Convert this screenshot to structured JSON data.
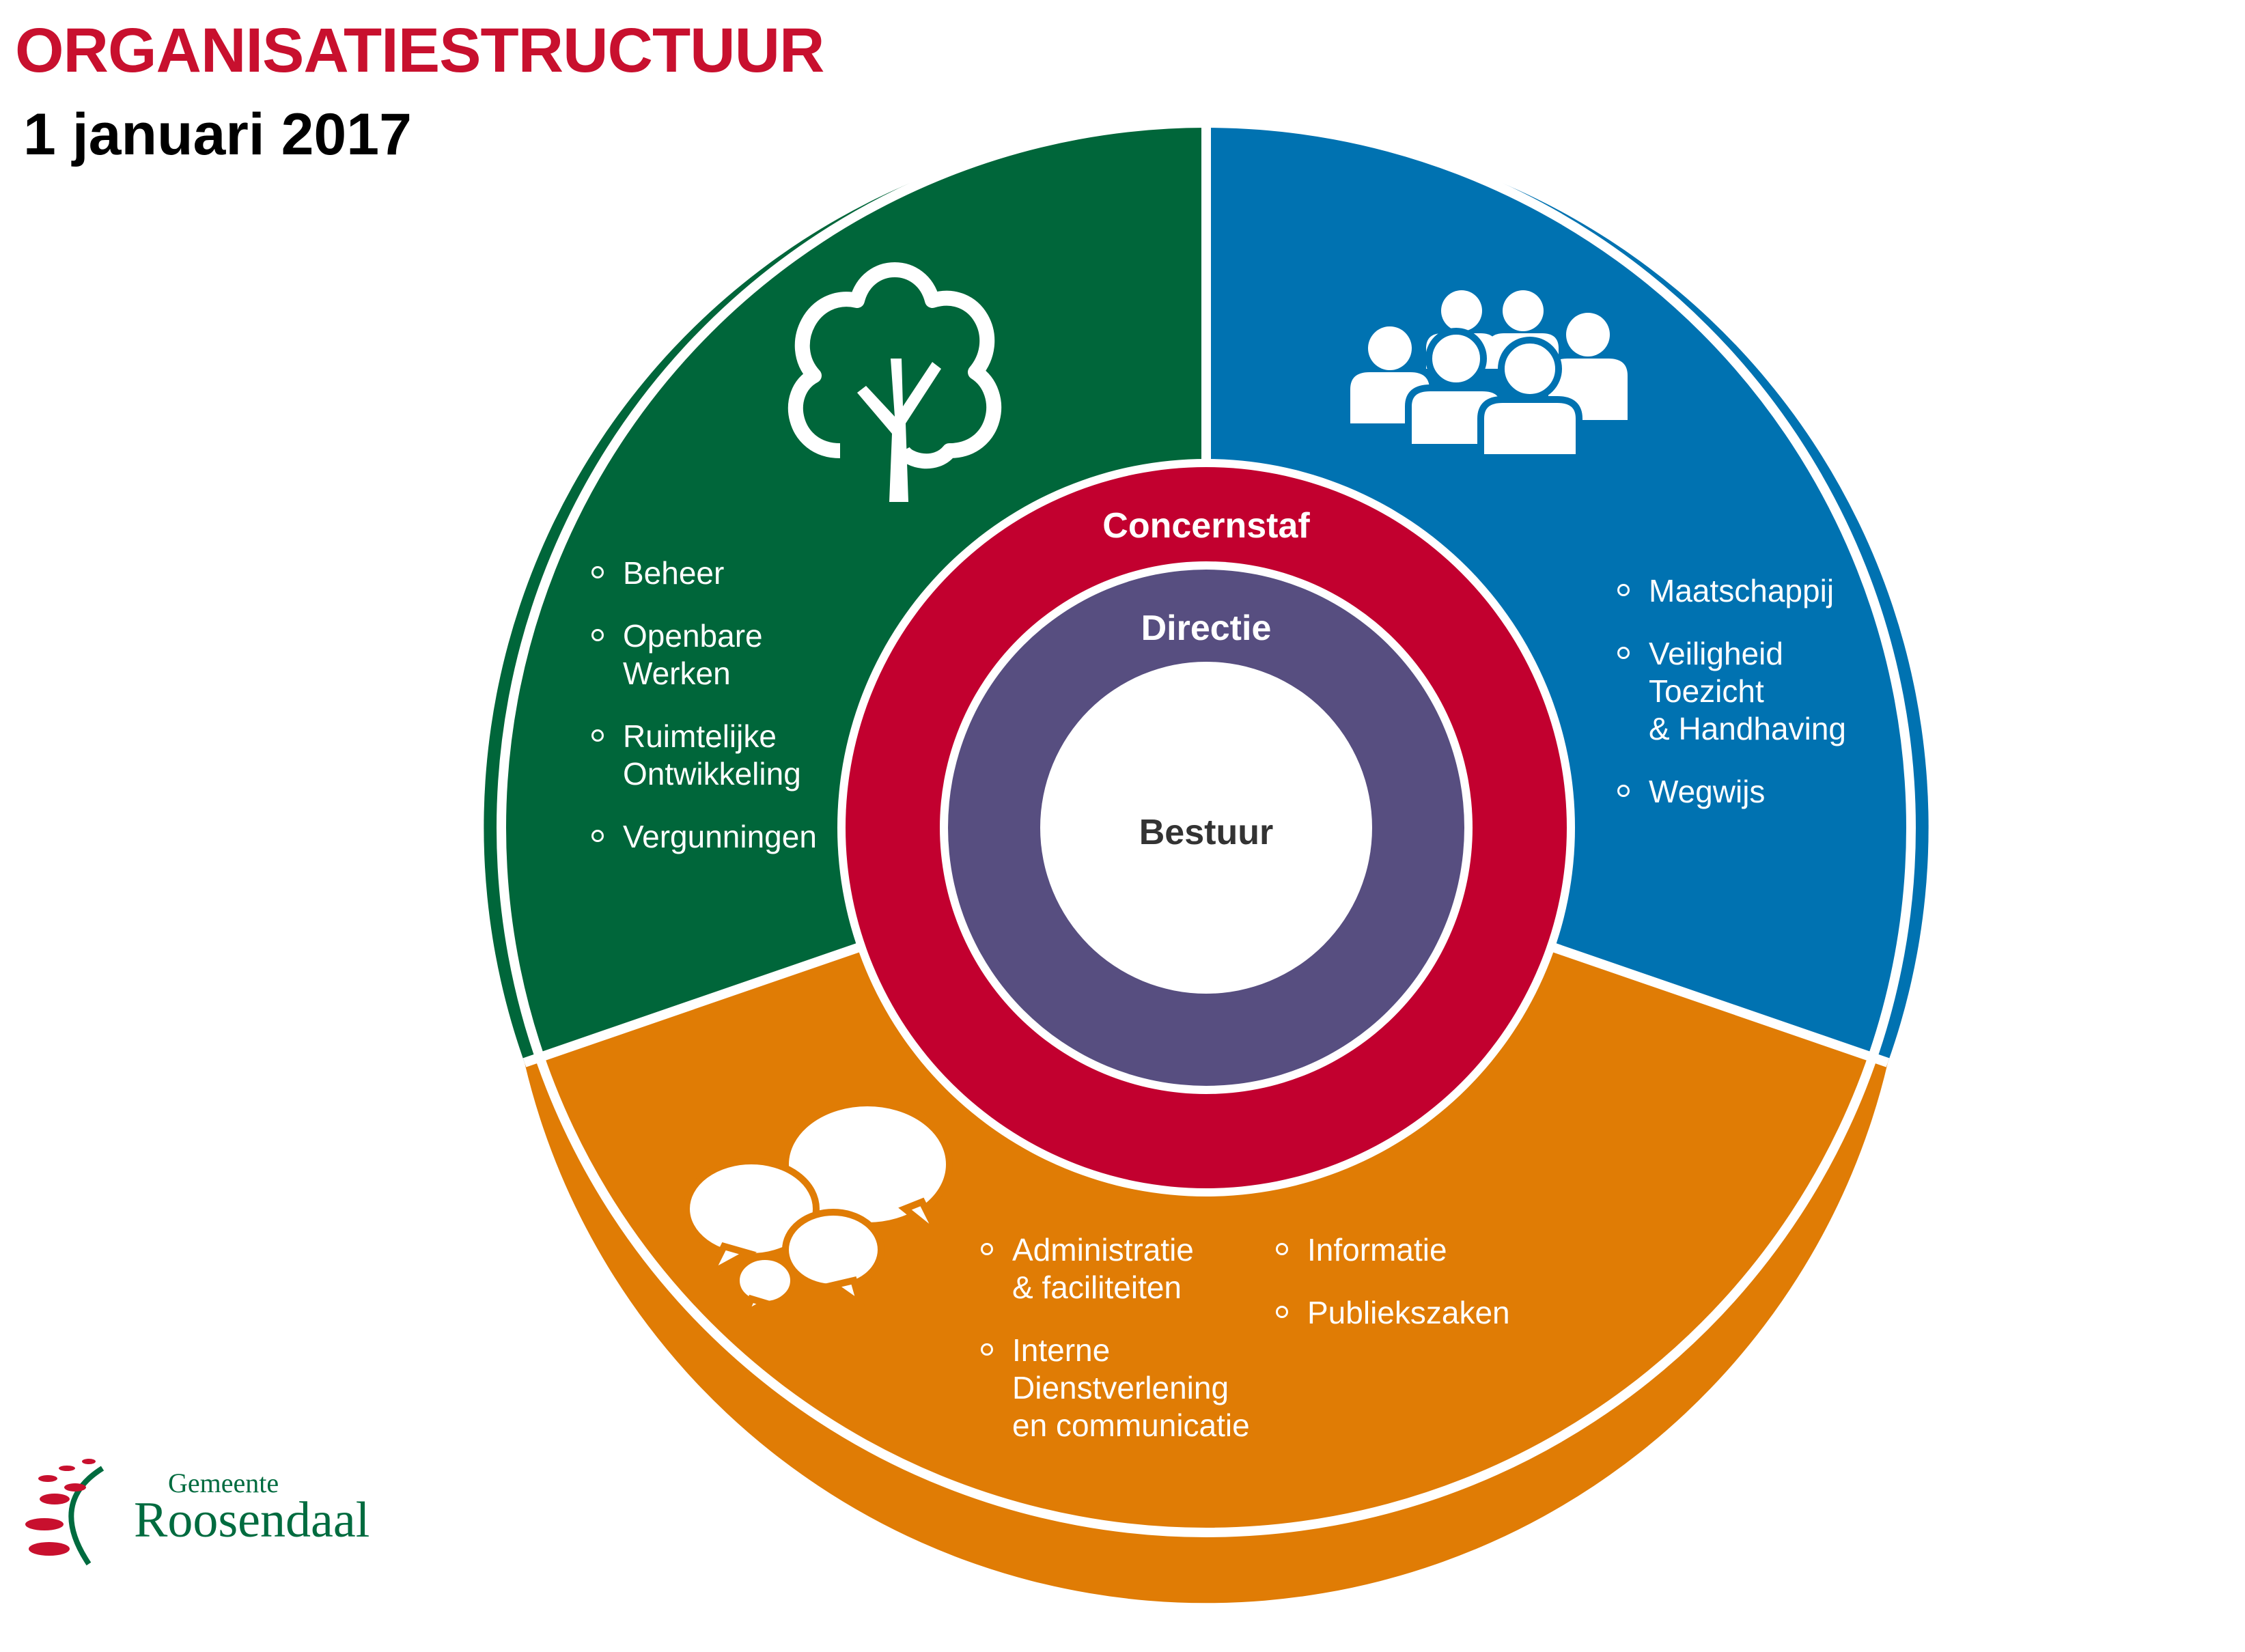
{
  "header": {
    "title": "ORGANISATIESTRUCTUUR",
    "date": "1 januari 2017"
  },
  "rings": {
    "concernstaf": "Concernstaf",
    "directie": "Directie",
    "bestuur": "Bestuur"
  },
  "sectors": {
    "green": {
      "icon": "tree-icon",
      "color": "#00663a",
      "items": [
        "Beheer",
        "Openbare\nWerken",
        "Ruimtelijke\nOntwikkeling",
        "Vergunningen"
      ]
    },
    "blue": {
      "icon": "people-group-icon",
      "color": "#0072b1",
      "items": [
        "Maatschappij",
        "Veiligheid\nToezicht\n& Handhaving",
        "Wegwijs"
      ]
    },
    "orange": {
      "icon": "speech-bubbles-icon",
      "color": "#e07c05",
      "items_left": [
        "Administratie\n& faciliteiten",
        "Interne\nDienstverlening\nen communicatie"
      ],
      "items_right": [
        "Informatie",
        "Publiekszaken"
      ]
    }
  },
  "colors": {
    "title": "#c8102e",
    "concernstaf_ring": "#c2002f",
    "directie_ring": "#574e80",
    "logo_green": "#006b3f",
    "logo_red": "#c8102e"
  },
  "logo": {
    "line1": "Gemeente",
    "line2": "Roosendaal"
  }
}
